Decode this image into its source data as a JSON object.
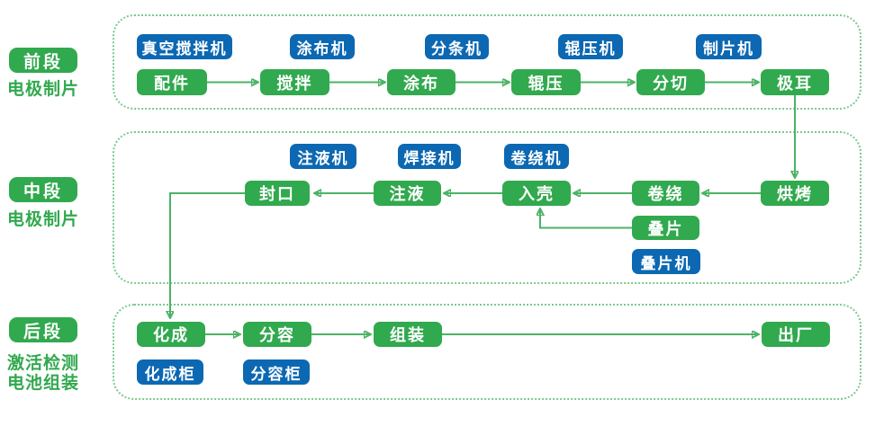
{
  "colors": {
    "step_green": "#31a94e",
    "machine_blue": "#0c68b2",
    "arrow_green": "#4bb365",
    "dashed_border_green": "#7cc98c"
  },
  "stage_front": {
    "badge": "前段",
    "desc": "电极制片"
  },
  "stage_middle": {
    "badge": "中段",
    "desc": "电极制片"
  },
  "stage_back": {
    "badge": "后段",
    "desc_line1": "激活检测",
    "desc_line2": "电池组装"
  },
  "front": {
    "machines": [
      "真空搅拌机",
      "涂布机",
      "分条机",
      "辊压机",
      "制片机"
    ],
    "steps": [
      "配件",
      "搅拌",
      "涂布",
      "辊压",
      "分切",
      "极耳"
    ]
  },
  "middle": {
    "machines": [
      "注液机",
      "焊接机",
      "卷绕机"
    ],
    "steps": [
      "封口",
      "注液",
      "入壳",
      "卷绕",
      "烘烤"
    ],
    "branch": {
      "step": "叠片",
      "machine": "叠片机"
    }
  },
  "back": {
    "steps": [
      "化成",
      "分容",
      "组装",
      "出厂"
    ],
    "machines": [
      "化成柜",
      "分容柜"
    ]
  }
}
